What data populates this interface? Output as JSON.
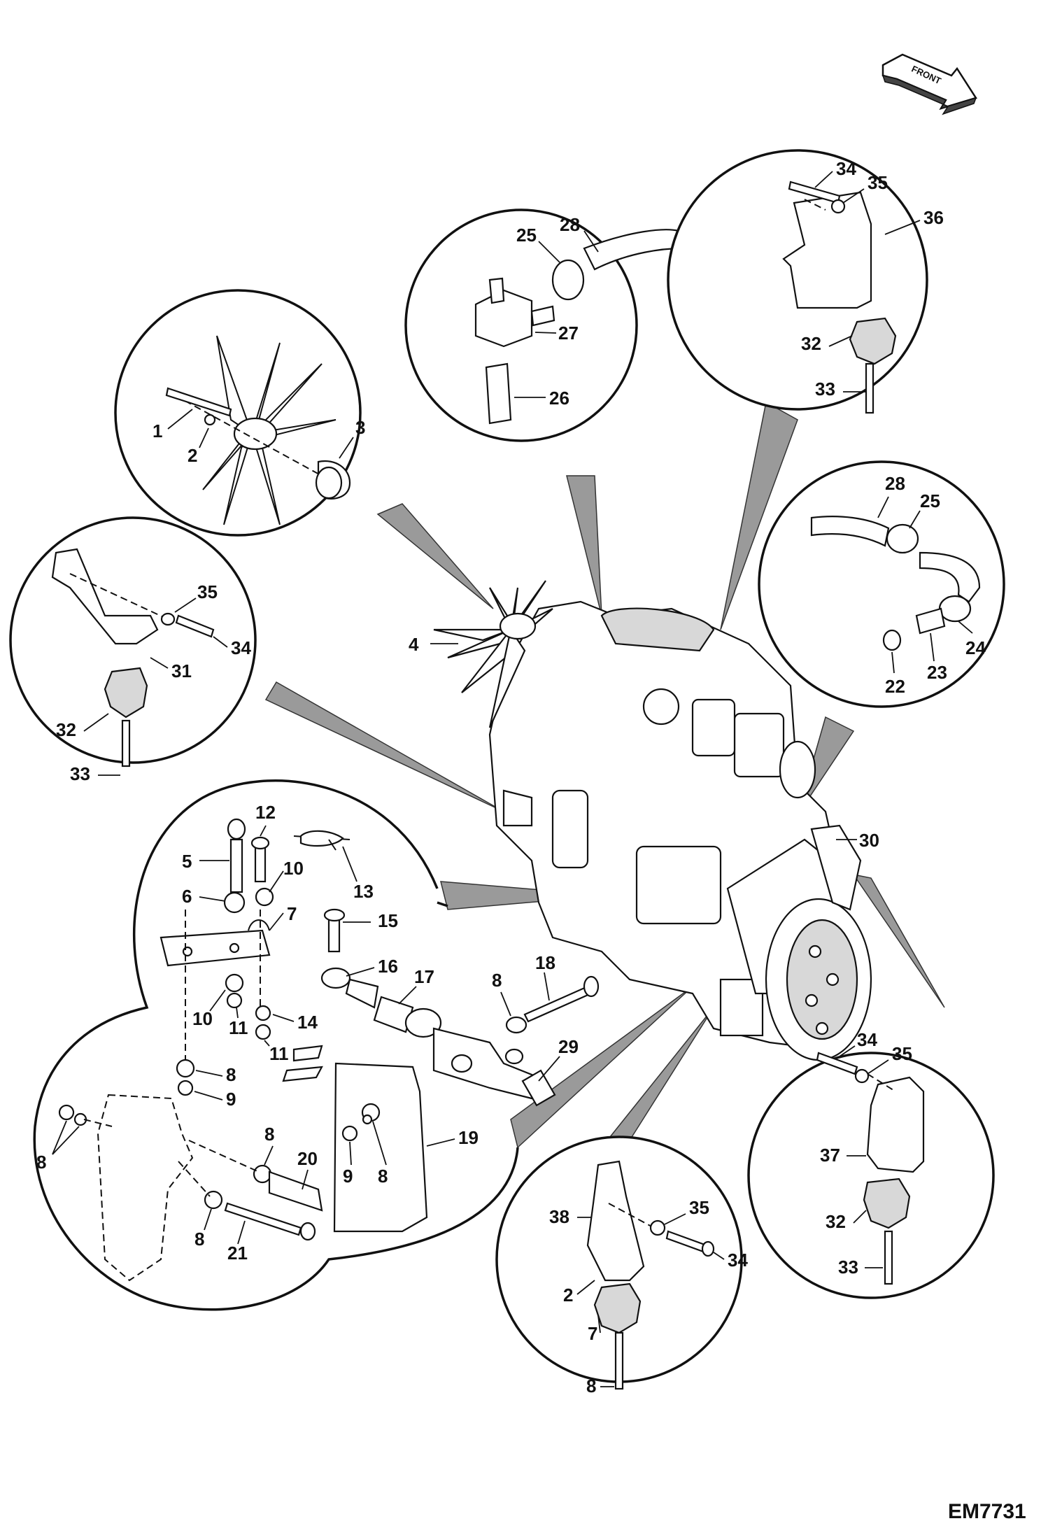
{
  "front_label": "FRONT",
  "drawing_code": "EM7731",
  "callouts": [
    {
      "id": "c1",
      "text": "1"
    },
    {
      "id": "c2",
      "text": "2"
    },
    {
      "id": "c3",
      "text": "3"
    },
    {
      "id": "c4",
      "text": "4"
    },
    {
      "id": "c5",
      "text": "5"
    },
    {
      "id": "c6",
      "text": "6"
    },
    {
      "id": "c7",
      "text": "7"
    },
    {
      "id": "c8a",
      "text": "8"
    },
    {
      "id": "c8b",
      "text": "8"
    },
    {
      "id": "c8c",
      "text": "8"
    },
    {
      "id": "c8d",
      "text": "8"
    },
    {
      "id": "c8e",
      "text": "8"
    },
    {
      "id": "c8f",
      "text": "8"
    },
    {
      "id": "c8g",
      "text": "8"
    },
    {
      "id": "c9a",
      "text": "9"
    },
    {
      "id": "c9b",
      "text": "9"
    },
    {
      "id": "c10a",
      "text": "10"
    },
    {
      "id": "c10b",
      "text": "10"
    },
    {
      "id": "c11a",
      "text": "11"
    },
    {
      "id": "c11b",
      "text": "11"
    },
    {
      "id": "c12",
      "text": "12"
    },
    {
      "id": "c13",
      "text": "13"
    },
    {
      "id": "c14",
      "text": "14"
    },
    {
      "id": "c15",
      "text": "15"
    },
    {
      "id": "c16",
      "text": "16"
    },
    {
      "id": "c17",
      "text": "17"
    },
    {
      "id": "c18",
      "text": "18"
    },
    {
      "id": "c19",
      "text": "19"
    },
    {
      "id": "c20",
      "text": "20"
    },
    {
      "id": "c21",
      "text": "21"
    },
    {
      "id": "c22",
      "text": "22"
    },
    {
      "id": "c23",
      "text": "23"
    },
    {
      "id": "c24",
      "text": "24"
    },
    {
      "id": "c25a",
      "text": "25"
    },
    {
      "id": "c25b",
      "text": "25"
    },
    {
      "id": "c26",
      "text": "26"
    },
    {
      "id": "c27",
      "text": "27"
    },
    {
      "id": "c28a",
      "text": "28"
    },
    {
      "id": "c28b",
      "text": "28"
    },
    {
      "id": "c29",
      "text": "29"
    },
    {
      "id": "c30",
      "text": "30"
    },
    {
      "id": "c31",
      "text": "31"
    },
    {
      "id": "c32a",
      "text": "32"
    },
    {
      "id": "c32b",
      "text": "32"
    },
    {
      "id": "c32c",
      "text": "32"
    },
    {
      "id": "c33a",
      "text": "33"
    },
    {
      "id": "c33b",
      "text": "33"
    },
    {
      "id": "c33c",
      "text": "33"
    },
    {
      "id": "c34a",
      "text": "34"
    },
    {
      "id": "c34b",
      "text": "34"
    },
    {
      "id": "c34c",
      "text": "34"
    },
    {
      "id": "c34d",
      "text": "34"
    },
    {
      "id": "c35a",
      "text": "35"
    },
    {
      "id": "c35b",
      "text": "35"
    },
    {
      "id": "c35c",
      "text": "35"
    },
    {
      "id": "c35d",
      "text": "35"
    },
    {
      "id": "c36",
      "text": "36"
    },
    {
      "id": "c37",
      "text": "37"
    },
    {
      "id": "c38",
      "text": "38"
    },
    {
      "id": "c2b",
      "text": "2"
    },
    {
      "id": "c7b",
      "text": "7"
    }
  ]
}
